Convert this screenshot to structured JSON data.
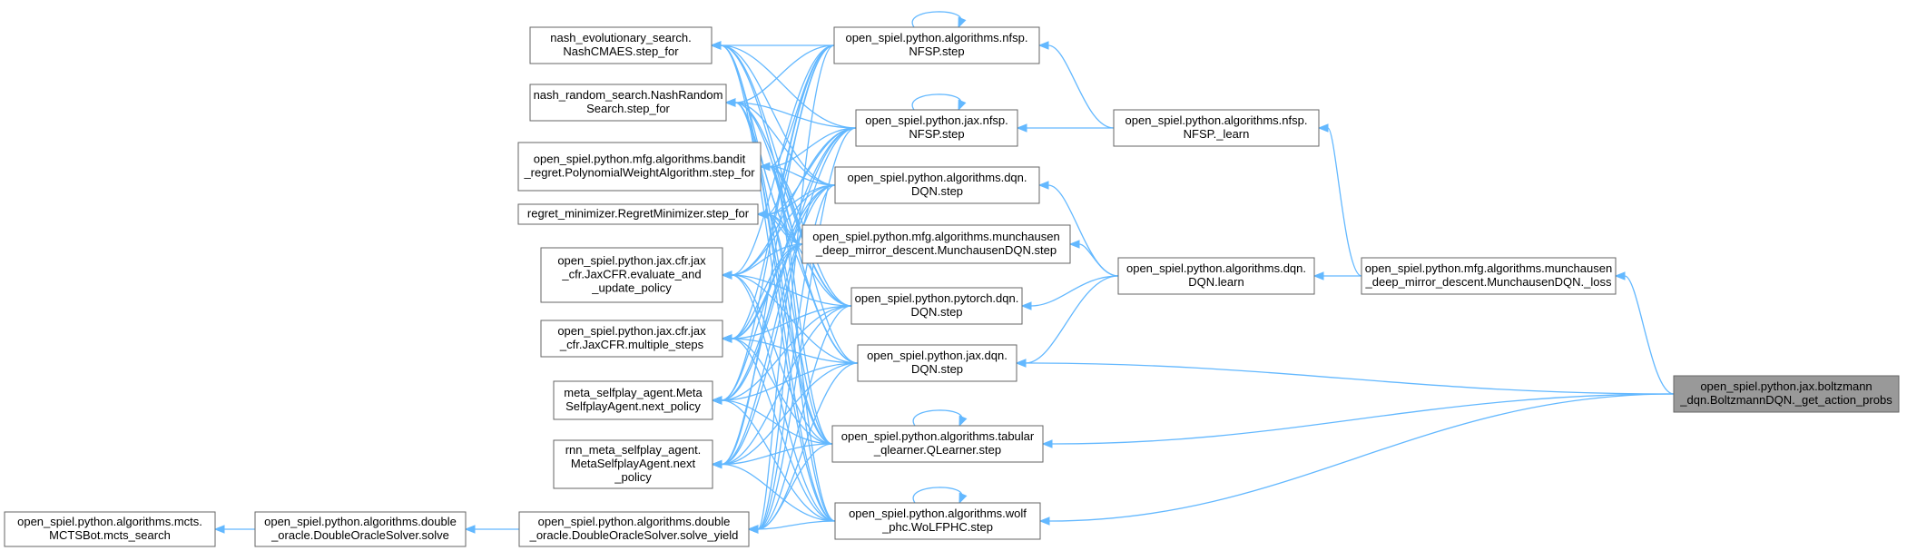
{
  "graph": {
    "nodes": [
      {
        "id": "mcts_search",
        "lines": [
          "open_spiel.python.algorithms.mcts.",
          "MCTSBot.mcts_search"
        ]
      },
      {
        "id": "do_solve",
        "lines": [
          "open_spiel.python.algorithms.double",
          "_oracle.DoubleOracleSolver.solve"
        ]
      },
      {
        "id": "do_solve_yield",
        "lines": [
          "open_spiel.python.algorithms.double",
          "_oracle.DoubleOracleSolver.solve_yield"
        ]
      },
      {
        "id": "nash_evo",
        "lines": [
          "nash_evolutionary_search.",
          "NashCMAES.step_for"
        ]
      },
      {
        "id": "nash_random",
        "lines": [
          "nash_random_search.NashRandom",
          "Search.step_for"
        ]
      },
      {
        "id": "bandit_regret",
        "lines": [
          "open_spiel.python.mfg.algorithms.bandit",
          "_regret.PolynomialWeightAlgorithm.step_for"
        ]
      },
      {
        "id": "regret_min",
        "lines": [
          "regret_minimizer.RegretMinimizer.step_for"
        ]
      },
      {
        "id": "jaxcfr_eval",
        "lines": [
          "open_spiel.python.jax.cfr.jax",
          "_cfr.JaxCFR.evaluate_and",
          "_update_policy"
        ]
      },
      {
        "id": "jaxcfr_multi",
        "lines": [
          "open_spiel.python.jax.cfr.jax",
          "_cfr.JaxCFR.multiple_steps"
        ]
      },
      {
        "id": "meta_selfplay",
        "lines": [
          "meta_selfplay_agent.Meta",
          "SelfplayAgent.next_policy"
        ]
      },
      {
        "id": "rnn_meta",
        "lines": [
          "rnn_meta_selfplay_agent.",
          "MetaSelfplayAgent.next",
          "_policy"
        ]
      },
      {
        "id": "nfsp_step",
        "lines": [
          "open_spiel.python.algorithms.nfsp.",
          "NFSP.step"
        ]
      },
      {
        "id": "jax_nfsp_step",
        "lines": [
          "open_spiel.python.jax.nfsp.",
          "NFSP.step"
        ]
      },
      {
        "id": "dqn_step",
        "lines": [
          "open_spiel.python.algorithms.dqn.",
          "DQN.step"
        ]
      },
      {
        "id": "munch_step",
        "lines": [
          "open_spiel.python.mfg.algorithms.munchausen",
          "_deep_mirror_descent.MunchausenDQN.step"
        ]
      },
      {
        "id": "torch_dqn_step",
        "lines": [
          "open_spiel.python.pytorch.dqn.",
          "DQN.step"
        ]
      },
      {
        "id": "jax_dqn_step",
        "lines": [
          "open_spiel.python.jax.dqn.",
          "DQN.step"
        ]
      },
      {
        "id": "qlearner_step",
        "lines": [
          "open_spiel.python.algorithms.tabular",
          "_qlearner.QLearner.step"
        ]
      },
      {
        "id": "wolf_step",
        "lines": [
          "open_spiel.python.algorithms.wolf",
          "_phc.WoLFPHC.step"
        ]
      },
      {
        "id": "nfsp_learn",
        "lines": [
          "open_spiel.python.algorithms.nfsp.",
          "NFSP._learn"
        ]
      },
      {
        "id": "dqn_learn",
        "lines": [
          "open_spiel.python.algorithms.dqn.",
          "DQN.learn"
        ]
      },
      {
        "id": "munch_loss",
        "lines": [
          "open_spiel.python.mfg.algorithms.munchausen",
          "_deep_mirror_descent.MunchausenDQN._loss"
        ]
      },
      {
        "id": "boltzmann",
        "lines": [
          "open_spiel.python.jax.boltzmann",
          "_dqn.BoltzmannDQN._get_action_probs"
        ],
        "focus": true
      }
    ],
    "edges": [
      [
        "mcts_search",
        "do_solve"
      ],
      [
        "do_solve",
        "do_solve_yield"
      ],
      [
        "nfsp_learn",
        "munch_loss"
      ],
      [
        "dqn_learn",
        "munch_loss"
      ],
      [
        "munch_loss",
        "boltzmann"
      ],
      [
        "jax_dqn_step",
        "boltzmann"
      ],
      [
        "qlearner_step",
        "boltzmann"
      ],
      [
        "wolf_step",
        "boltzmann"
      ],
      [
        "nfsp_step",
        "nfsp_learn"
      ],
      [
        "jax_nfsp_step",
        "nfsp_learn"
      ],
      [
        "dqn_step",
        "dqn_learn"
      ],
      [
        "munch_step",
        "dqn_learn"
      ],
      [
        "torch_dqn_step",
        "dqn_learn"
      ],
      [
        "jax_dqn_step",
        "dqn_learn"
      ],
      [
        "nfsp_step",
        "nfsp_step"
      ],
      [
        "jax_nfsp_step",
        "jax_nfsp_step"
      ],
      [
        "qlearner_step",
        "qlearner_step"
      ],
      [
        "wolf_step",
        "wolf_step"
      ],
      [
        "nash_evo",
        "nfsp_step"
      ],
      [
        "nash_evo",
        "jax_nfsp_step"
      ],
      [
        "nash_evo",
        "dqn_step"
      ],
      [
        "nash_evo",
        "munch_step"
      ],
      [
        "nash_evo",
        "torch_dqn_step"
      ],
      [
        "nash_evo",
        "jax_dqn_step"
      ],
      [
        "nash_evo",
        "qlearner_step"
      ],
      [
        "nash_evo",
        "wolf_step"
      ],
      [
        "nash_random",
        "nfsp_step"
      ],
      [
        "nash_random",
        "jax_nfsp_step"
      ],
      [
        "nash_random",
        "dqn_step"
      ],
      [
        "nash_random",
        "munch_step"
      ],
      [
        "nash_random",
        "torch_dqn_step"
      ],
      [
        "nash_random",
        "jax_dqn_step"
      ],
      [
        "nash_random",
        "qlearner_step"
      ],
      [
        "nash_random",
        "wolf_step"
      ],
      [
        "bandit_regret",
        "nfsp_step"
      ],
      [
        "bandit_regret",
        "jax_nfsp_step"
      ],
      [
        "bandit_regret",
        "dqn_step"
      ],
      [
        "bandit_regret",
        "munch_step"
      ],
      [
        "bandit_regret",
        "torch_dqn_step"
      ],
      [
        "bandit_regret",
        "jax_dqn_step"
      ],
      [
        "bandit_regret",
        "qlearner_step"
      ],
      [
        "bandit_regret",
        "wolf_step"
      ],
      [
        "regret_min",
        "nfsp_step"
      ],
      [
        "regret_min",
        "jax_nfsp_step"
      ],
      [
        "regret_min",
        "dqn_step"
      ],
      [
        "regret_min",
        "munch_step"
      ],
      [
        "regret_min",
        "torch_dqn_step"
      ],
      [
        "regret_min",
        "jax_dqn_step"
      ],
      [
        "regret_min",
        "qlearner_step"
      ],
      [
        "regret_min",
        "wolf_step"
      ],
      [
        "jaxcfr_eval",
        "nfsp_step"
      ],
      [
        "jaxcfr_eval",
        "jax_nfsp_step"
      ],
      [
        "jaxcfr_eval",
        "dqn_step"
      ],
      [
        "jaxcfr_eval",
        "munch_step"
      ],
      [
        "jaxcfr_eval",
        "torch_dqn_step"
      ],
      [
        "jaxcfr_eval",
        "jax_dqn_step"
      ],
      [
        "jaxcfr_eval",
        "qlearner_step"
      ],
      [
        "jaxcfr_eval",
        "wolf_step"
      ],
      [
        "jaxcfr_multi",
        "nfsp_step"
      ],
      [
        "jaxcfr_multi",
        "jax_nfsp_step"
      ],
      [
        "jaxcfr_multi",
        "dqn_step"
      ],
      [
        "jaxcfr_multi",
        "munch_step"
      ],
      [
        "jaxcfr_multi",
        "torch_dqn_step"
      ],
      [
        "jaxcfr_multi",
        "jax_dqn_step"
      ],
      [
        "jaxcfr_multi",
        "qlearner_step"
      ],
      [
        "jaxcfr_multi",
        "wolf_step"
      ],
      [
        "meta_selfplay",
        "nfsp_step"
      ],
      [
        "meta_selfplay",
        "jax_nfsp_step"
      ],
      [
        "meta_selfplay",
        "dqn_step"
      ],
      [
        "meta_selfplay",
        "munch_step"
      ],
      [
        "meta_selfplay",
        "torch_dqn_step"
      ],
      [
        "meta_selfplay",
        "jax_dqn_step"
      ],
      [
        "meta_selfplay",
        "qlearner_step"
      ],
      [
        "meta_selfplay",
        "wolf_step"
      ],
      [
        "rnn_meta",
        "nfsp_step"
      ],
      [
        "rnn_meta",
        "jax_nfsp_step"
      ],
      [
        "rnn_meta",
        "dqn_step"
      ],
      [
        "rnn_meta",
        "munch_step"
      ],
      [
        "rnn_meta",
        "torch_dqn_step"
      ],
      [
        "rnn_meta",
        "jax_dqn_step"
      ],
      [
        "rnn_meta",
        "qlearner_step"
      ],
      [
        "rnn_meta",
        "wolf_step"
      ],
      [
        "do_solve_yield",
        "nfsp_step"
      ],
      [
        "do_solve_yield",
        "jax_nfsp_step"
      ],
      [
        "do_solve_yield",
        "dqn_step"
      ],
      [
        "do_solve_yield",
        "munch_step"
      ],
      [
        "do_solve_yield",
        "torch_dqn_step"
      ],
      [
        "do_solve_yield",
        "jax_dqn_step"
      ],
      [
        "do_solve_yield",
        "qlearner_step"
      ],
      [
        "do_solve_yield",
        "wolf_step"
      ]
    ]
  },
  "colors": {
    "edge": "#63b8ff",
    "node_border": "#666666",
    "focus_fill": "#999999"
  }
}
